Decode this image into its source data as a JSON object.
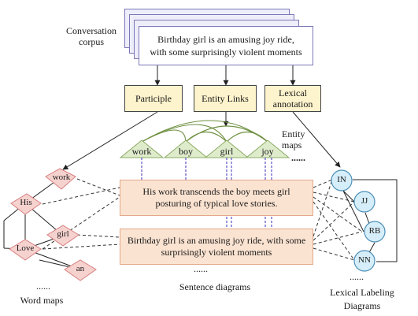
{
  "corpus": {
    "label_line1": "Conversation",
    "label_line2": "corpus",
    "card_line1": "Birthday girl is an amusing joy ride,",
    "card_line2": "with some surprisingly violent moments"
  },
  "modules": {
    "participle": "Participle",
    "entity_links": "Entity Links",
    "lexical_line1": "Lexical",
    "lexical_line2": "annotation"
  },
  "entities": [
    "work",
    "boy",
    "girl",
    "joy"
  ],
  "entity_maps": {
    "line1": "Entity",
    "line2": "maps",
    "ellipsis": "......"
  },
  "sentences": {
    "s1_line1": "His work transcends the boy meets girl",
    "s1_line2": "posturing of typical love stories.",
    "s2_line1": "Birthday girl is an amusing joy ride, with some",
    "s2_line2": "surprisingly violent moments",
    "ellipsis": "......",
    "caption": "Sentence diagrams"
  },
  "word_map": {
    "words": [
      "work",
      "His",
      "girl",
      "Love",
      "an"
    ],
    "ellipsis": "......",
    "caption": "Word maps"
  },
  "lexical": {
    "tags": [
      "IN",
      "JJ",
      "RB",
      "NN"
    ],
    "ellipsis": "......",
    "caption_line1": "Lexical Labeling",
    "caption_line2": "Diagrams"
  },
  "colors": {
    "card_border": "#7b78b8",
    "card_fill": "#eeeefa",
    "module_fill": "#fdf3cc",
    "sentence_fill": "#fbe3d1",
    "entity_fill": "#dfeccc",
    "entity_dash": "#4b3fbf",
    "diamond_fill": "#f6d2cf",
    "diamond_border": "#d77f7f",
    "circle_fill": "#d6eef9",
    "circle_border": "#4c8fb8"
  }
}
